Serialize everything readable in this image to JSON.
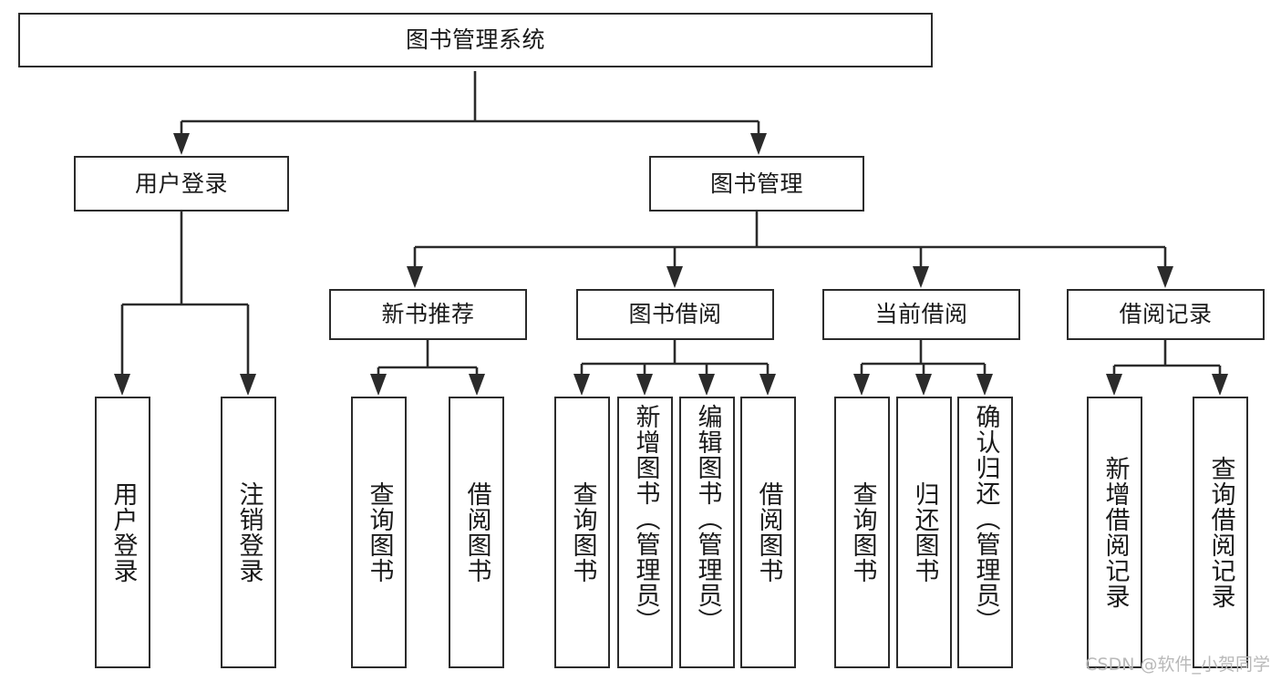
{
  "diagram": {
    "type": "tree",
    "title": "图书管理系统",
    "watermark": "CSDN @软件_小贺同学",
    "colors": {
      "node_border": "#2b2b2b",
      "node_fill": "#ffffff",
      "connector": "#2b2b2b",
      "text": "#1a1a1a",
      "background": "#ffffff",
      "watermark": "#b9b9b9"
    },
    "levels": {
      "root": "图书管理系统",
      "level2": [
        "用户登录",
        "图书管理"
      ],
      "level3": [
        "新书推荐",
        "图书借阅",
        "当前借阅",
        "借阅记录"
      ]
    },
    "nodes": {
      "root": {
        "label": "图书管理系统"
      },
      "user_login": {
        "label": "用户登录"
      },
      "book_manage": {
        "label": "图书管理"
      },
      "new_book_rec": {
        "label": "新书推荐"
      },
      "book_borrow": {
        "label": "图书借阅"
      },
      "current_borrow": {
        "label": "当前借阅"
      },
      "borrow_record": {
        "label": "借阅记录"
      },
      "leaf_user_login": {
        "label": "用户登录"
      },
      "leaf_user_logout": {
        "label": "注销登录"
      },
      "leaf_query_book_1": {
        "label": "查询图书"
      },
      "leaf_borrow_book_1": {
        "label": "借阅图书"
      },
      "leaf_query_book_2": {
        "label": "查询图书"
      },
      "leaf_add_book": {
        "label": "新增图书（管理员）"
      },
      "leaf_edit_book": {
        "label": "编辑图书（管理员）"
      },
      "leaf_borrow_book_2": {
        "label": "借阅图书"
      },
      "leaf_query_book_3": {
        "label": "查询图书"
      },
      "leaf_return_book": {
        "label": "归还图书"
      },
      "leaf_confirm_return": {
        "label": "确认归还（管理员）"
      },
      "leaf_add_record": {
        "label": "新增借阅记录"
      },
      "leaf_query_record": {
        "label": "查询借阅记录"
      }
    },
    "edges": [
      {
        "from": "root",
        "to": "user_login"
      },
      {
        "from": "root",
        "to": "book_manage"
      },
      {
        "from": "user_login",
        "to": "leaf_user_login"
      },
      {
        "from": "user_login",
        "to": "leaf_user_logout"
      },
      {
        "from": "book_manage",
        "to": "new_book_rec"
      },
      {
        "from": "book_manage",
        "to": "book_borrow"
      },
      {
        "from": "book_manage",
        "to": "current_borrow"
      },
      {
        "from": "book_manage",
        "to": "borrow_record"
      },
      {
        "from": "new_book_rec",
        "to": "leaf_query_book_1"
      },
      {
        "from": "new_book_rec",
        "to": "leaf_borrow_book_1"
      },
      {
        "from": "book_borrow",
        "to": "leaf_query_book_2"
      },
      {
        "from": "book_borrow",
        "to": "leaf_add_book"
      },
      {
        "from": "book_borrow",
        "to": "leaf_edit_book"
      },
      {
        "from": "book_borrow",
        "to": "leaf_borrow_book_2"
      },
      {
        "from": "current_borrow",
        "to": "leaf_query_book_3"
      },
      {
        "from": "current_borrow",
        "to": "leaf_return_book"
      },
      {
        "from": "current_borrow",
        "to": "leaf_confirm_return"
      },
      {
        "from": "borrow_record",
        "to": "leaf_add_record"
      },
      {
        "from": "borrow_record",
        "to": "leaf_query_record"
      }
    ]
  }
}
